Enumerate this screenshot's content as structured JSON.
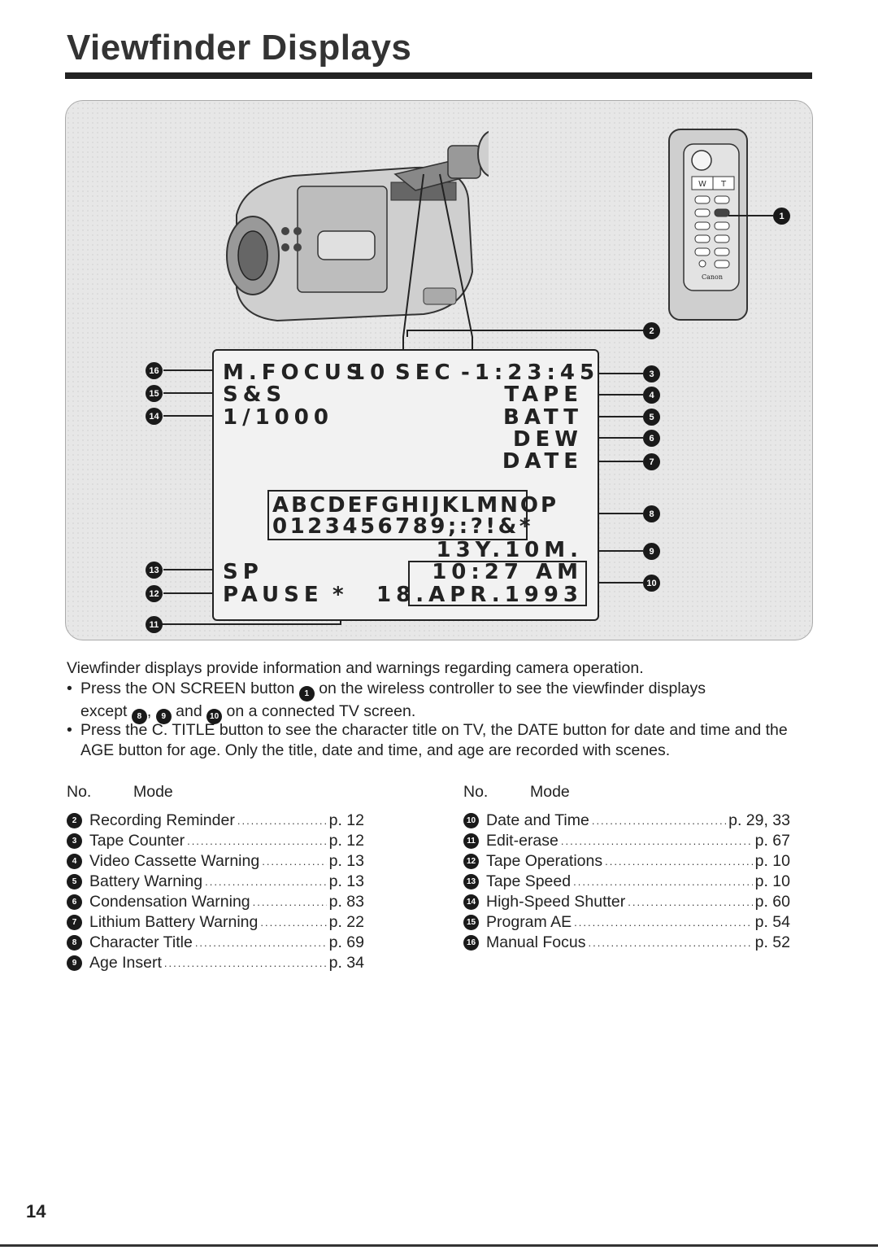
{
  "title": "Viewfinder Displays",
  "viewfinder": {
    "mfocus": "M.FOCUS",
    "ten": "10",
    "sec": "SEC",
    "counter": "-1:23:45",
    "ss": "S&S",
    "shutter": "1/1000",
    "tape": "TAPE",
    "batt": "BATT",
    "dew": "DEW",
    "date": "DATE",
    "chars_line1": "ABCDEFGHIJKLMNOP",
    "chars_line2": "0123456789;:?!&*",
    "age": "13Y.10M.",
    "sp": "SP",
    "pause": "PAUSE",
    "asterisk": "*",
    "time": "10:27 AM",
    "date_value": "18.APR.1993"
  },
  "remote": {
    "w": "W",
    "t": "T",
    "brand": "Canon"
  },
  "callouts": {
    "c1": "1",
    "c2": "2",
    "c3": "3",
    "c4": "4",
    "c5": "5",
    "c6": "6",
    "c7": "7",
    "c8": "8",
    "c9": "9",
    "c10": "10",
    "c11": "11",
    "c12": "12",
    "c13": "13",
    "c14": "14",
    "c15": "15",
    "c16": "16"
  },
  "intro": "Viewfinder displays provide information and warnings regarding camera operation.",
  "bullet1": {
    "part1": "Press the ON SCREEN button",
    "part2": "on the wireless controller to see the viewfinder displays",
    "part3": "except",
    "part4": ",",
    "part5": "and",
    "part6": "on a connected TV screen."
  },
  "bullet2": "Press the C. TITLE button to see the character title on TV, the DATE button for date and time and the AGE button for age. Only the title, date and time, and age are recorded with scenes.",
  "table_headers": {
    "no": "No.",
    "mode": "Mode"
  },
  "left_rows": [
    {
      "num": "2",
      "label": "Recording Reminder",
      "page": "p. 12"
    },
    {
      "num": "3",
      "label": "Tape Counter",
      "page": "p. 12"
    },
    {
      "num": "4",
      "label": "Video Cassette Warning",
      "page": "p. 13"
    },
    {
      "num": "5",
      "label": "Battery Warning",
      "page": "p. 13"
    },
    {
      "num": "6",
      "label": "Condensation Warning",
      "page": "p. 83"
    },
    {
      "num": "7",
      "label": "Lithium Battery Warning",
      "page": "p. 22"
    },
    {
      "num": "8",
      "label": "Character Title",
      "page": "p. 69"
    },
    {
      "num": "9",
      "label": "Age Insert",
      "page": "p. 34"
    }
  ],
  "right_rows": [
    {
      "num": "10",
      "label": "Date and Time",
      "page": "p. 29, 33"
    },
    {
      "num": "11",
      "label": "Edit-erase",
      "page": "p. 67"
    },
    {
      "num": "12",
      "label": "Tape Operations",
      "page": "p. 10"
    },
    {
      "num": "13",
      "label": "Tape Speed",
      "page": "p. 10"
    },
    {
      "num": "14",
      "label": "High-Speed Shutter",
      "page": "p. 60"
    },
    {
      "num": "15",
      "label": "Program AE",
      "page": "p. 54"
    },
    {
      "num": "16",
      "label": "Manual Focus",
      "page": "p. 52"
    }
  ],
  "page_number": "14"
}
